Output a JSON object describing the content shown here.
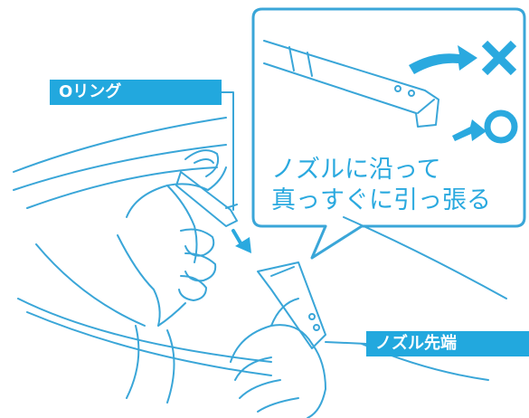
{
  "labels": {
    "o_ring": "Oリング",
    "nozzle_tip": "ノズル先端"
  },
  "callout": {
    "line1": "ノズルに沿って",
    "line2": "真っすぐに引っ張る"
  },
  "markers": {
    "wrong": "✕",
    "correct": "◯"
  },
  "colors": {
    "accent": "#22a8de",
    "line": "#3aa6d8",
    "background": "#ffffff"
  }
}
